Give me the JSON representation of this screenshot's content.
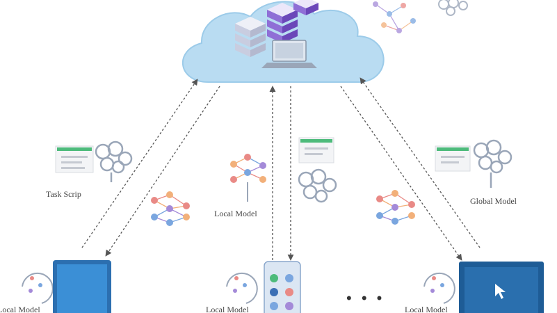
{
  "labels": {
    "task_script": "Task Scrip",
    "local_model_center": "Local Model",
    "global_model": "Global Model",
    "device_left": "Local Model",
    "device_center": "Local Model",
    "device_right": "Local Model",
    "ellipsis": "• • •"
  },
  "colors": {
    "cloud": "#b9dcf2",
    "cloud_edge": "#9ccbe9",
    "server_light": "#d8dcea",
    "server_purple": "#7a55c8",
    "green_bar": "#4dbb7b",
    "tablet": "#3b8fd6",
    "monitor": "#1e5c96",
    "arrow": "#555555",
    "node_red": "#e98a86",
    "node_orange": "#f2b07a",
    "node_blue": "#7aa6df",
    "node_purple": "#a48ad8",
    "brain": "#9aa6b8"
  },
  "icons": [
    "cloud-icon",
    "server-stack-icon",
    "laptop-icon",
    "document-icon",
    "brain-icon",
    "neural-network-icon",
    "sync-icon",
    "tablet-icon",
    "phone-icon",
    "monitor-icon"
  ]
}
